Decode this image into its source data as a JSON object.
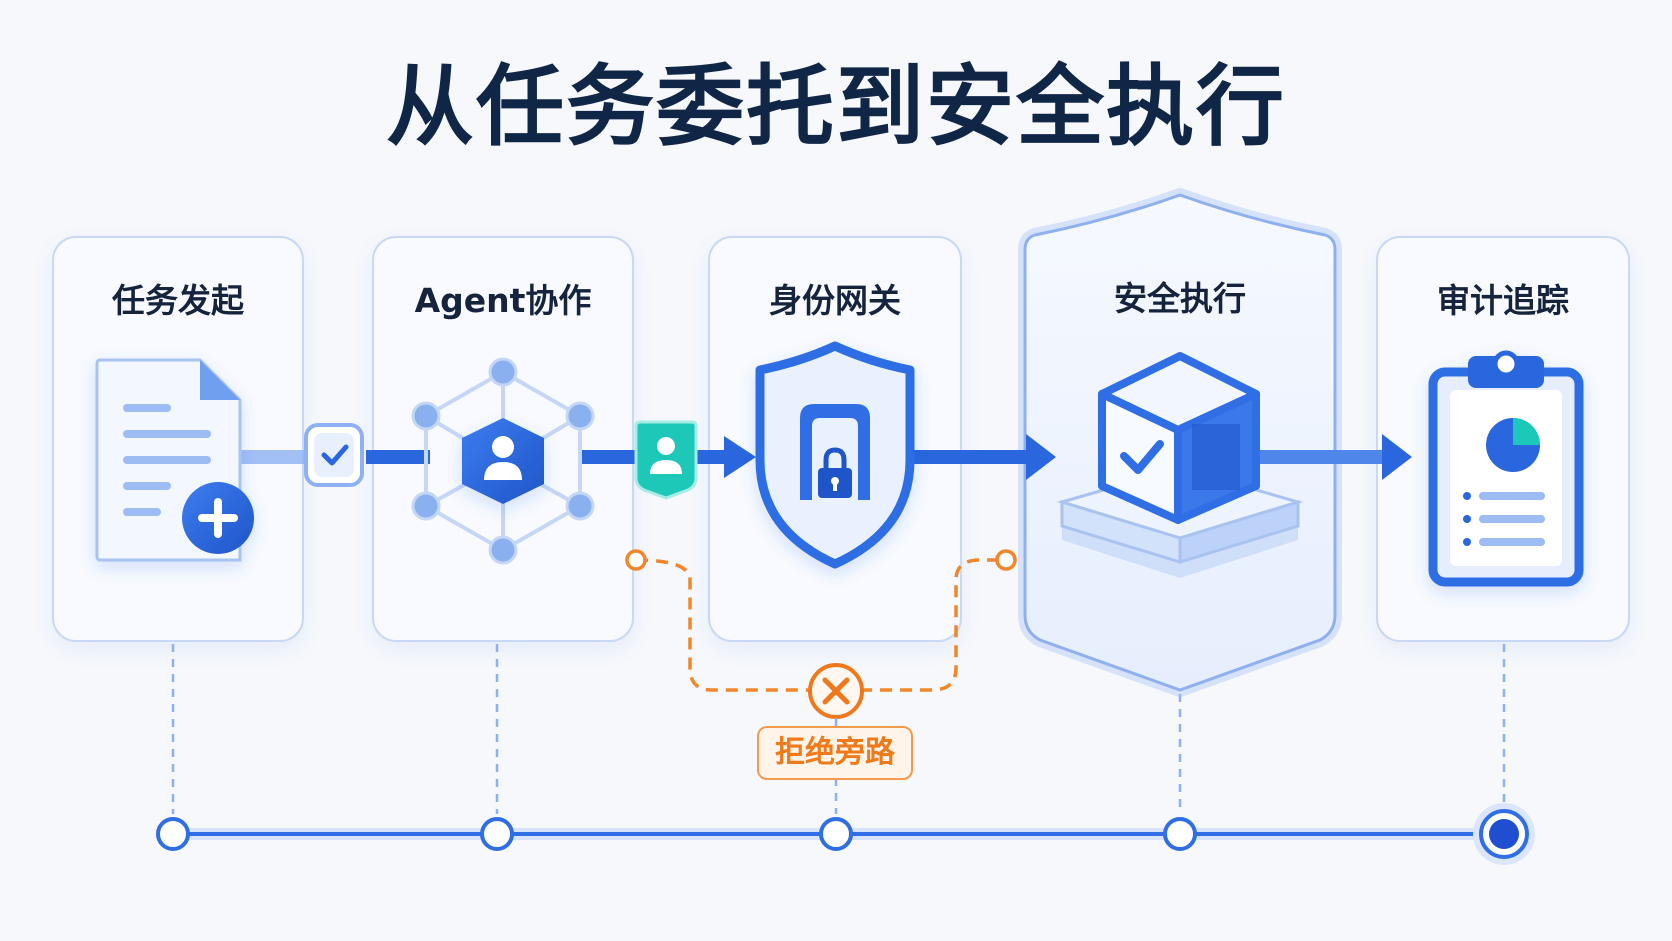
{
  "title": "从任务委托到安全执行",
  "stages": [
    {
      "label": "任务发起",
      "icon": "document-plus-icon"
    },
    {
      "label": "Agent协作",
      "icon": "agent-network-icon"
    },
    {
      "label": "身份网关",
      "icon": "shield-lock-icon"
    },
    {
      "label": "安全执行",
      "icon": "secure-cube-icon"
    },
    {
      "label": "审计追踪",
      "icon": "clipboard-chart-icon"
    }
  ],
  "bypass": {
    "label": "拒绝旁路",
    "icon": "reject-x-icon"
  },
  "timeline": {
    "active_index": 4
  },
  "colors": {
    "primary": "#2a66de",
    "title": "#0f2647",
    "accent_teal": "#1ec8b8",
    "warning": "#ef7a1a",
    "card_border": "#c9d8f5"
  }
}
